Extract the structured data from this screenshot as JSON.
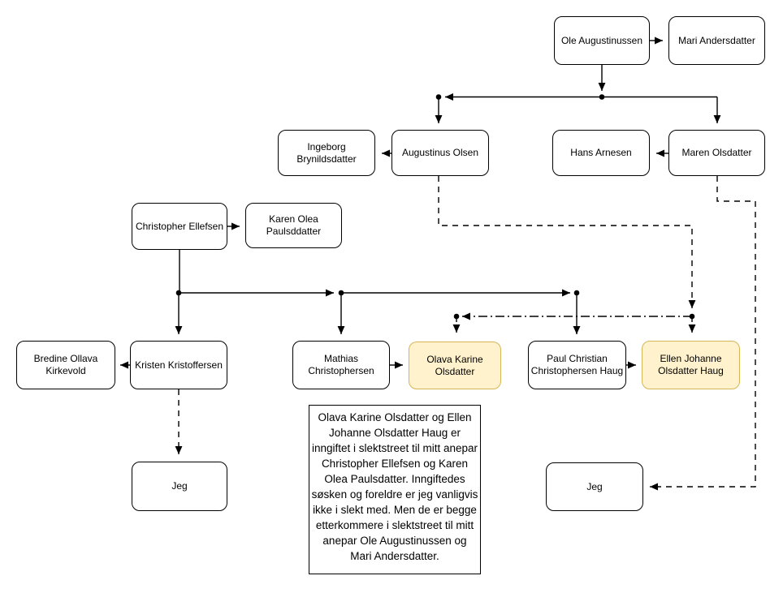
{
  "diagram": {
    "nodes": {
      "ole": {
        "label": "Ole Augustinussen"
      },
      "mari": {
        "label": "Mari Andersdatter"
      },
      "ingeborg": {
        "label": "Ingeborg Brynildsdatter"
      },
      "augustinus": {
        "label": "Augustinus Olsen"
      },
      "hans": {
        "label": "Hans Arnesen"
      },
      "maren": {
        "label": "Maren Olsdatter"
      },
      "christopher": {
        "label": "Christopher Ellefsen"
      },
      "karen": {
        "label": "Karen Olea Paulsddatter"
      },
      "bredine": {
        "label": "Bredine Ollava Kirkevold"
      },
      "kristen": {
        "label": "Kristen Kristoffersen"
      },
      "mathias": {
        "label": "Mathias Christophersen"
      },
      "olava": {
        "label": "Olava Karine Olsdatter"
      },
      "paul": {
        "label": "Paul Christian Christophersen Haug"
      },
      "ellen": {
        "label": "Ellen Johanne Olsdatter Haug"
      },
      "jeg_left": {
        "label": "Jeg"
      },
      "jeg_right": {
        "label": "Jeg"
      }
    },
    "note": {
      "text": "Olava Karine Olsdatter og Ellen Johanne Olsdatter Haug er inngiftet i slektstreet til mitt anepar Christopher Ellefsen og Karen Olea Paulsdatter. Inngiftedes søsken og foreldre er jeg vanligvis ikke i slekt med. Men de er begge etterkommere i slektstreet til mitt anepar Ole Augustinussen og Mari Andersdatter."
    },
    "colors": {
      "highlight_fill": "#FFF2CC",
      "highlight_border": "#D6B656",
      "node_border": "#000000",
      "line": "#000000",
      "background": "#FFFFFF"
    }
  }
}
